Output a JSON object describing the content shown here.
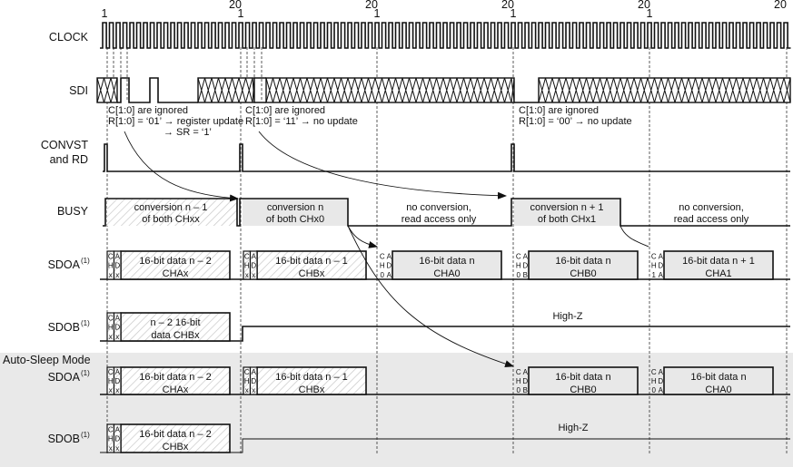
{
  "title": "Timing diagram: SDI register access, CONVST/RD, BUSY, SDOA/SDOB outputs (normal and Auto-Sleep Mode)",
  "clock_ticks": {
    "markers": [
      {
        "top": "",
        "bottom": "1"
      },
      {
        "top": "20",
        "bottom": "1"
      },
      {
        "top": "20",
        "bottom": "1"
      },
      {
        "top": "20",
        "bottom": "1"
      },
      {
        "top": "20",
        "bottom": "1"
      },
      {
        "top": "20",
        "bottom": ""
      }
    ],
    "pulses_per_frame": 20
  },
  "signals": {
    "clock": "CLOCK",
    "sdi": "SDI",
    "convst_line1": "CONVST",
    "convst_line2": "and RD",
    "busy": "BUSY",
    "sdoa": "SDOA",
    "sdoa_sup": "(1)",
    "sdob": "SDOB",
    "sdob_sup": "(1)",
    "auto_sleep_mode": "Auto-Sleep Mode",
    "as_sdoa": "SDOA",
    "as_sdoa_sup": "(1)",
    "as_sdob": "SDOB",
    "as_sdob_sup": "(1)"
  },
  "sdi_notes": [
    {
      "line1": "C[1:0] are ignored",
      "line2": "R[1:0] = ‘01’ → register update",
      "line3": "→ SR = ‘1’"
    },
    {
      "line1": "C[1:0] are ignored",
      "line2": "R[1:0] = ‘11’ → no update",
      "line3": ""
    },
    {
      "line1": "C[1:0] are ignored",
      "line2": "R[1:0] = ‘00’ → no update",
      "line3": ""
    }
  ],
  "busy": [
    {
      "line1": "conversion n – 1",
      "line2": "of both CHxx",
      "style": "hatched"
    },
    {
      "line1": "conversion n",
      "line2": "of both CHx0",
      "style": "gray"
    },
    {
      "line1": "no conversion,",
      "line2": "read access only",
      "style": "none"
    },
    {
      "line1": "conversion n + 1",
      "line2": "of both CHx1",
      "style": "gray"
    },
    {
      "line1": "no conversion,",
      "line2": "read access only",
      "style": "none"
    }
  ],
  "sdoa": [
    {
      "ch": [
        "C",
        "H",
        "x"
      ],
      "ad": [
        "A",
        "D",
        "x"
      ],
      "line1": "16-bit data n – 2",
      "line2": "CHAx",
      "style": "hatched"
    },
    {
      "ch": [
        "C",
        "H",
        "x"
      ],
      "ad": [
        "A",
        "D",
        "x"
      ],
      "line1": "16-bit data n – 1",
      "line2": "CHBx",
      "style": "hatched"
    },
    {
      "ch": [
        "C",
        "H",
        "0"
      ],
      "ad": [
        "A",
        "D",
        "A"
      ],
      "line1": "16-bit data n",
      "line2": "CHA0",
      "style": "gray"
    },
    {
      "ch": [
        "C",
        "H",
        "0"
      ],
      "ad": [
        "A",
        "D",
        "B"
      ],
      "line1": "16-bit data n",
      "line2": "CHB0",
      "style": "gray"
    },
    {
      "ch": [
        "C",
        "H",
        "1"
      ],
      "ad": [
        "A",
        "D",
        "A"
      ],
      "line1": "16-bit data n + 1",
      "line2": "CHA1",
      "style": "gray"
    }
  ],
  "sdob": {
    "frame": {
      "ch": [
        "C",
        "H",
        "x"
      ],
      "ad": [
        "A",
        "D",
        "x"
      ],
      "line1": "n – 2 16-bit",
      "line2": "data CHBx",
      "style": "hatched"
    },
    "highz": "High-Z"
  },
  "auto_sleep_sdoa": [
    {
      "ch": [
        "C",
        "H",
        "x"
      ],
      "ad": [
        "A",
        "D",
        "x"
      ],
      "line1": "16-bit data n – 2",
      "line2": "CHAx",
      "style": "hatched"
    },
    {
      "ch": [
        "C",
        "H",
        "x"
      ],
      "ad": [
        "A",
        "D",
        "x"
      ],
      "line1": "16-bit data n – 1",
      "line2": "CHBx",
      "style": "hatched"
    },
    {
      "ch": [
        "C",
        "H",
        "0"
      ],
      "ad": [
        "A",
        "D",
        "B"
      ],
      "line1": "16-bit data n",
      "line2": "CHB0",
      "style": "gray"
    },
    {
      "ch": [
        "C",
        "H",
        "0"
      ],
      "ad": [
        "A",
        "D",
        "A"
      ],
      "line1": "16-bit data n",
      "line2": "CHA0",
      "style": "gray"
    }
  ],
  "auto_sleep_sdob": {
    "frame": {
      "ch": [
        "C",
        "H",
        "x"
      ],
      "ad": [
        "A",
        "D",
        "x"
      ],
      "line1": "16-bit data n – 2",
      "line2": "CHBx",
      "style": "hatched"
    },
    "highz": "High-Z"
  },
  "colors": {
    "gray_fill": "#e8e8e8",
    "auto_sleep_bg": "#e9e9e9",
    "line": "#111111"
  }
}
